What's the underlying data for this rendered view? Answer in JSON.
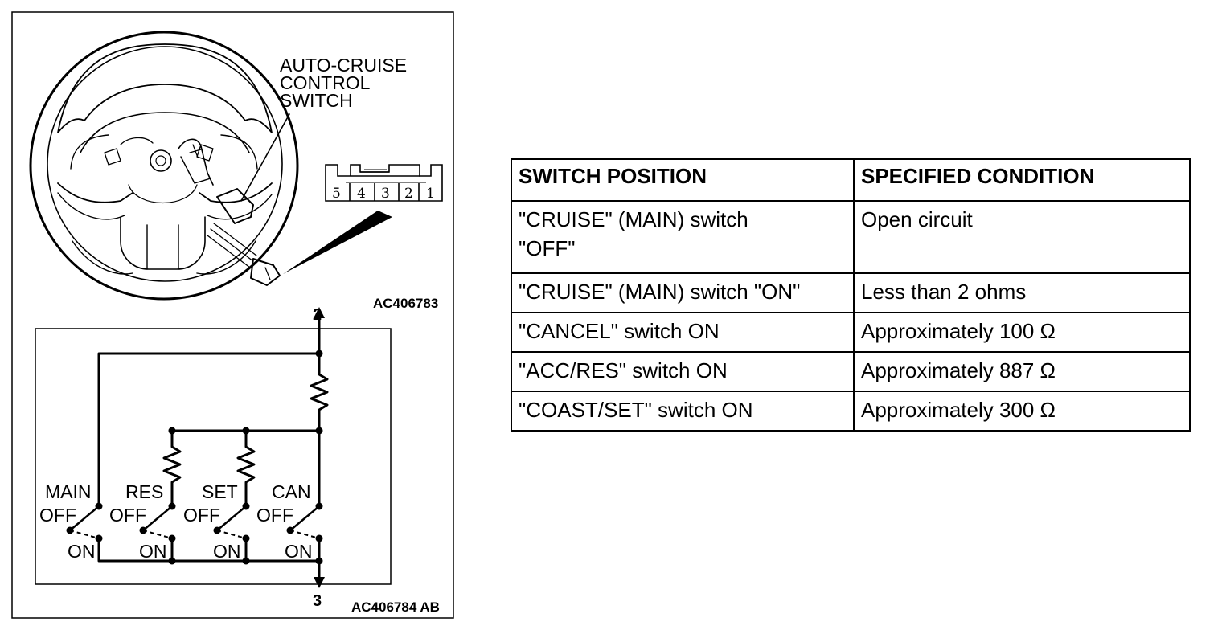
{
  "figure": {
    "callout": [
      "AUTO-CRUISE",
      "CONTROL",
      "SWITCH"
    ],
    "connector_pins": [
      "5",
      "4",
      "3",
      "2",
      "1"
    ],
    "code_top": "AC406783",
    "code_bottom": "AC406784 AB",
    "circuit": {
      "terminal_top": "2",
      "terminal_bottom": "3",
      "switches": [
        {
          "name": "MAIN",
          "off": "OFF",
          "on": "ON"
        },
        {
          "name": "RES",
          "off": "OFF",
          "on": "ON"
        },
        {
          "name": "SET",
          "off": "OFF",
          "on": "ON"
        },
        {
          "name": "CAN",
          "off": "OFF",
          "on": "ON"
        }
      ]
    }
  },
  "table": {
    "headers": [
      "SWITCH POSITION",
      "SPECIFIED CONDITION"
    ],
    "rows": [
      {
        "position_line1": "\"CRUISE\" (MAIN) switch",
        "position_line2": "\"OFF\"",
        "condition": "Open circuit"
      },
      {
        "position": "\"CRUISE\" (MAIN) switch \"ON\"",
        "condition": "Less than 2 ohms"
      },
      {
        "position": "\"CANCEL\" switch ON",
        "condition": "Approximately 100 Ω"
      },
      {
        "position": "\"ACC/RES\" switch ON",
        "condition": "Approximately 887 Ω"
      },
      {
        "position": "\"COAST/SET\" switch ON",
        "condition": "Approximately 300 Ω"
      }
    ]
  }
}
